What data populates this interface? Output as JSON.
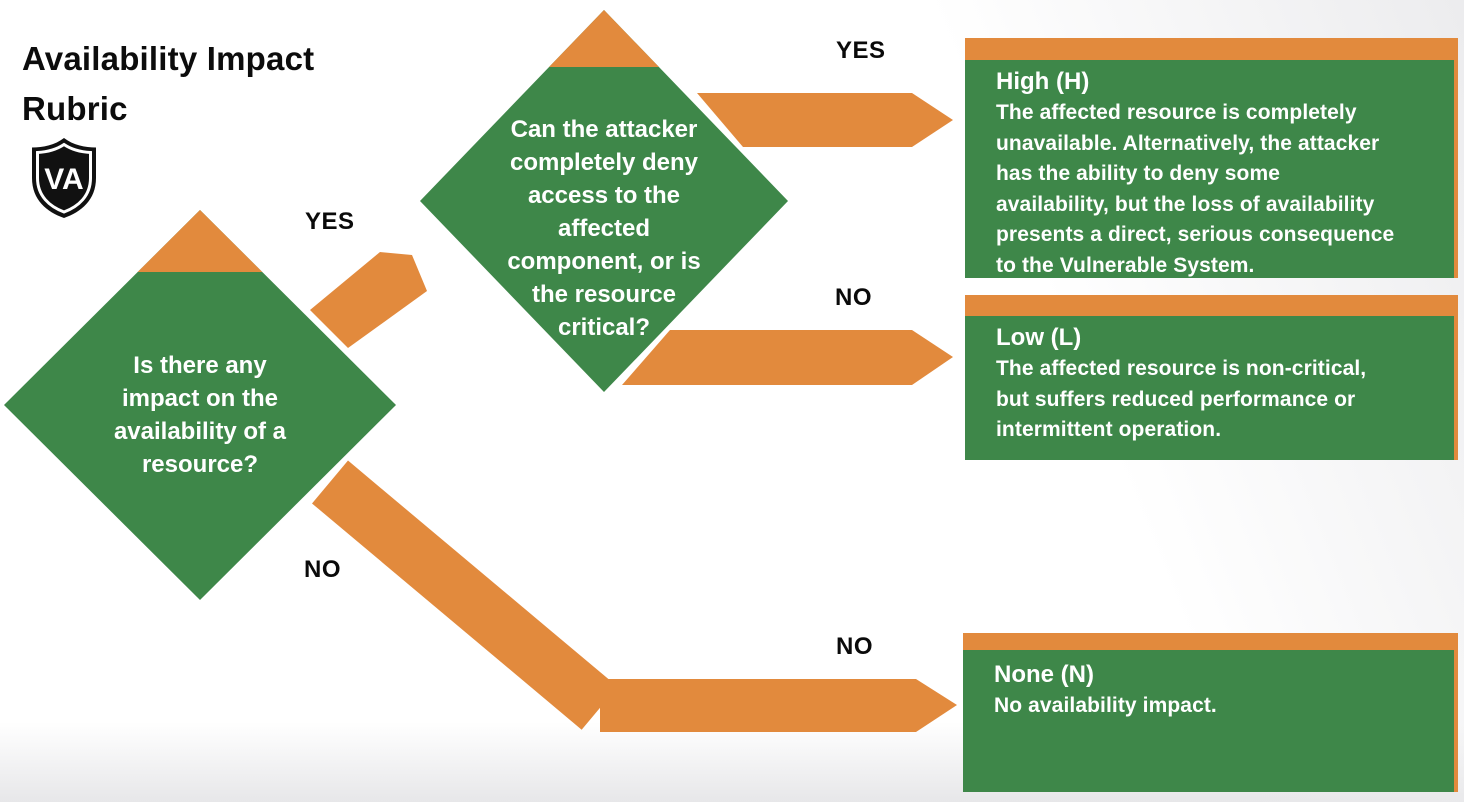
{
  "header": {
    "title": "Availability Impact\nRubric",
    "badge": {
      "label": "VA"
    }
  },
  "flow": {
    "q1": {
      "question": "Is there any\nimpact on the\navailability of a\nresource?",
      "yes_label": "YES",
      "no_label": "NO"
    },
    "q2": {
      "question": "Can the attacker\ncompletely deny\naccess to the\naffected\ncomponent, or is\nthe resource\ncritical?",
      "yes_label": "YES",
      "no_label": "NO"
    },
    "none_path_label": "NO"
  },
  "outcomes": [
    {
      "title": "High (H)",
      "body": "The affected resource is completely\nunavailable. Alternatively, the attacker\nhas the ability to deny some\navailability, but the loss of availability\npresents a direct, serious consequence\nto the Vulnerable System."
    },
    {
      "title": "Low (L)",
      "body": "The affected resource is non-critical,\nbut suffers reduced performance or\nintermittent operation."
    },
    {
      "title": "None (N)",
      "body": "No availability impact."
    }
  ],
  "colors": {
    "green": "#3E8749",
    "orange": "#E28A3D",
    "badge_black": "#111111",
    "label_text": "#0A0A0A"
  }
}
